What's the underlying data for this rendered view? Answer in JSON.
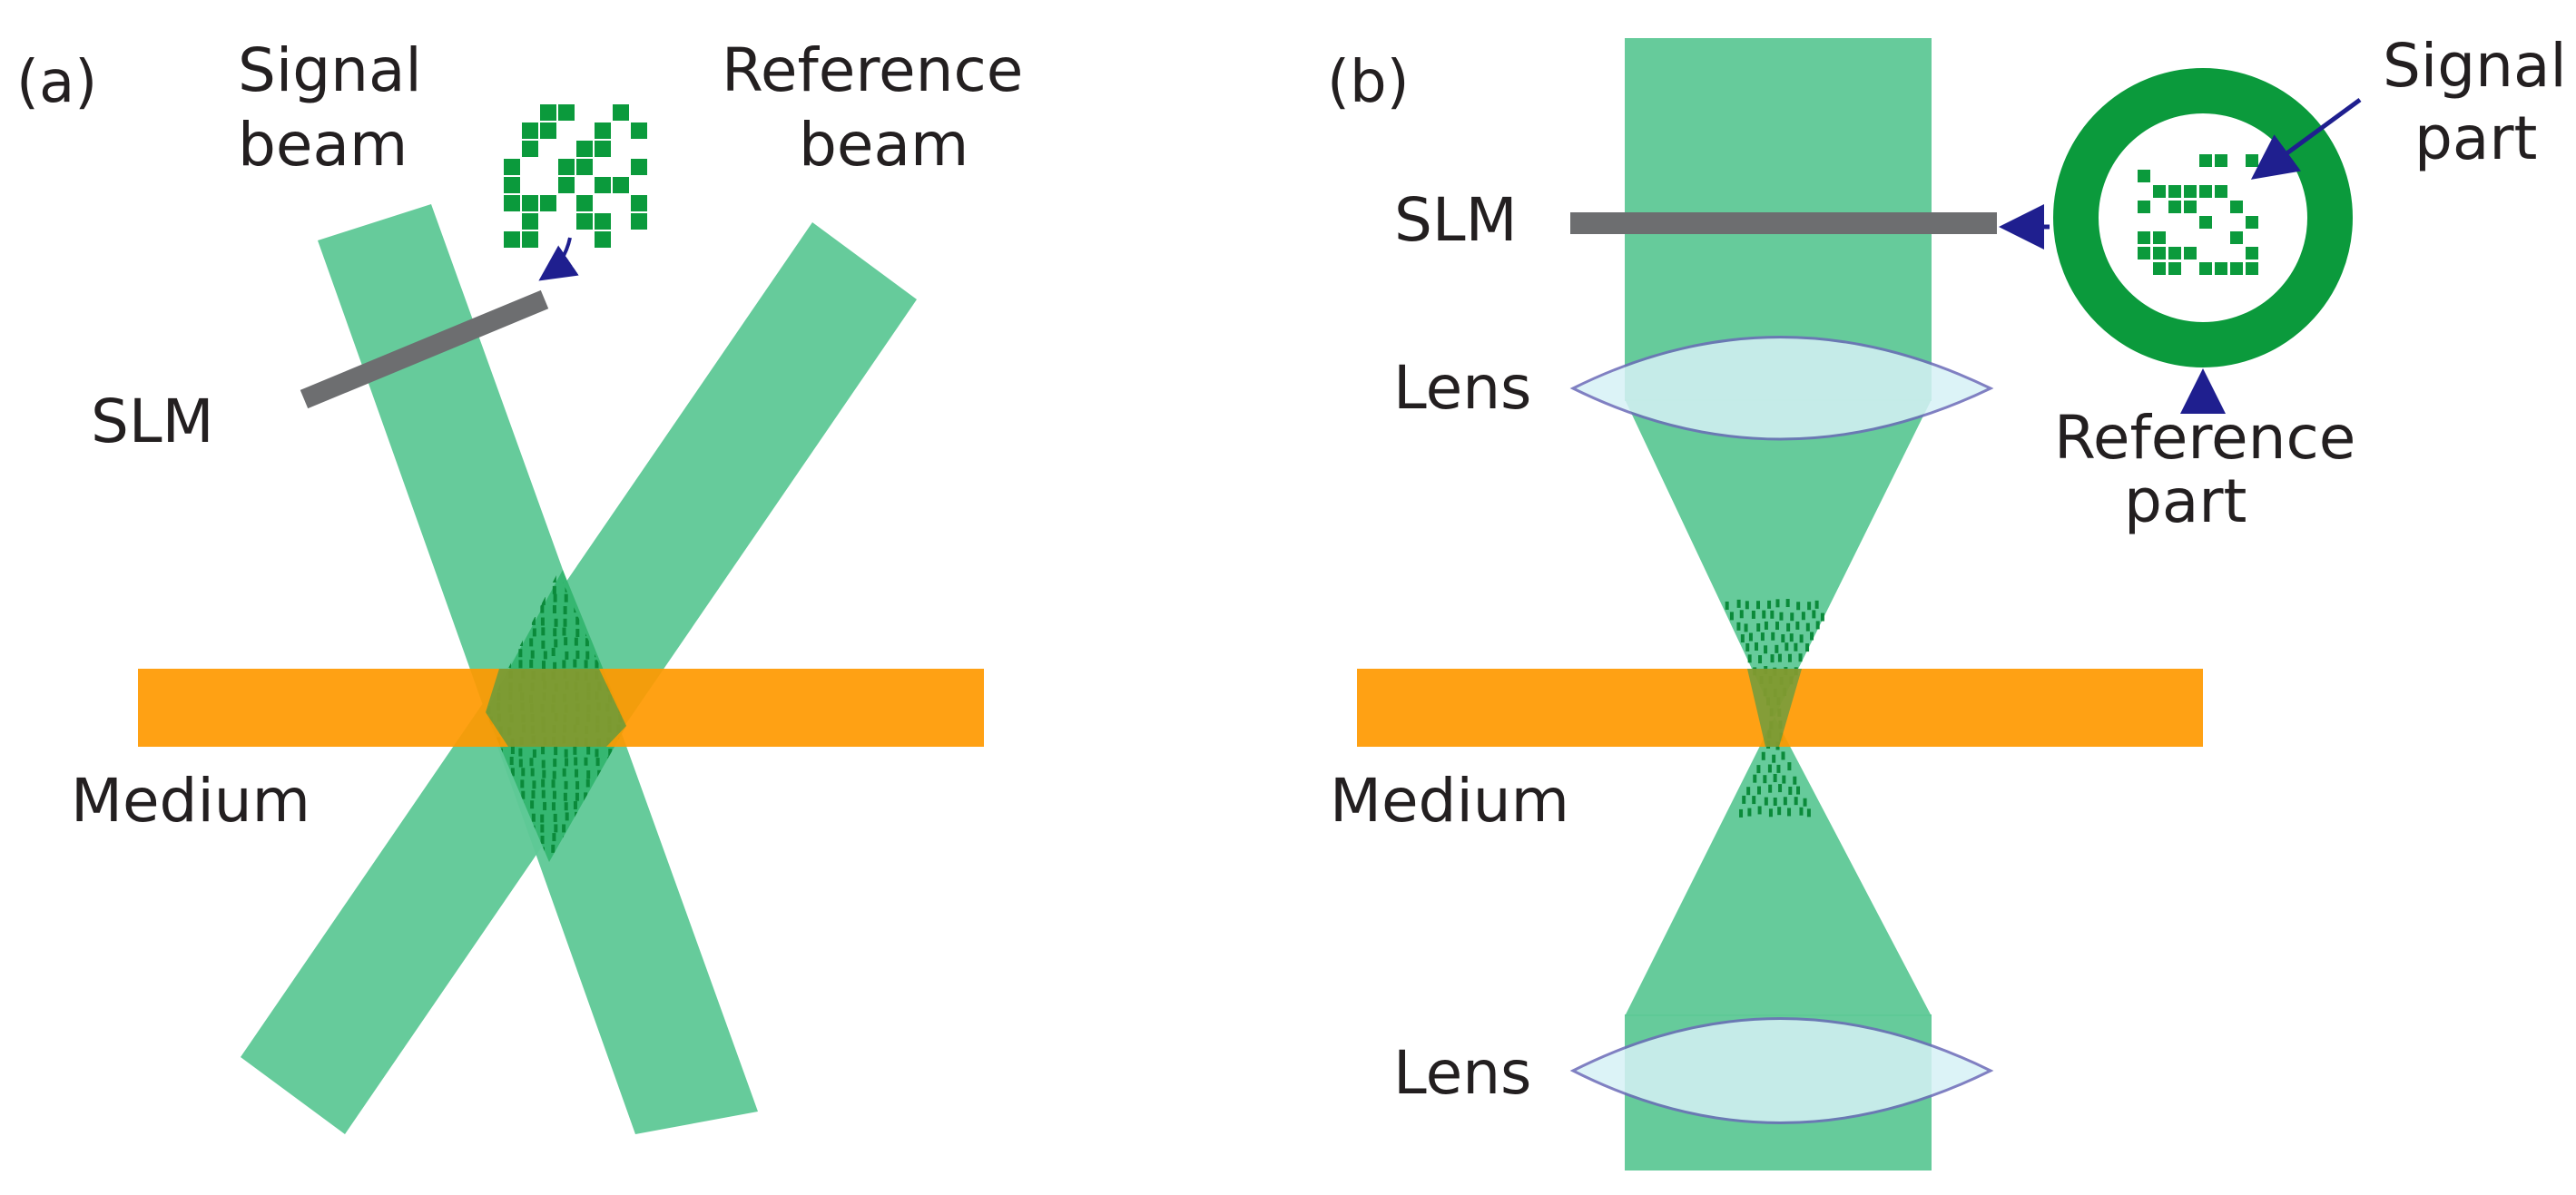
{
  "panel_a": {
    "panel_label": "(a)",
    "signal_beam_label_1": "Signal",
    "signal_beam_label_2": "beam",
    "reference_beam_label_1": "Reference",
    "reference_beam_label_2": "beam",
    "slm_label": "SLM",
    "medium_label": "Medium"
  },
  "panel_b": {
    "panel_label": "(b)",
    "slm_label": "SLM",
    "lens_top_label": "Lens",
    "lens_bottom_label": "Lens",
    "medium_label": "Medium",
    "signal_part_label_1": "Signal",
    "signal_part_label_2": "part",
    "reference_part_label_1": "Reference",
    "reference_part_label_2": "part"
  },
  "colors": {
    "beam": "#5ec896",
    "pattern": "#0b9a3c",
    "medium": "#ff9900",
    "slm": "#6d6e70",
    "arrow": "#1f1f8f",
    "lens_fill": "#d6f1f6",
    "lens_stroke": "#6b6bb8",
    "ring": "#0b9a3c"
  }
}
